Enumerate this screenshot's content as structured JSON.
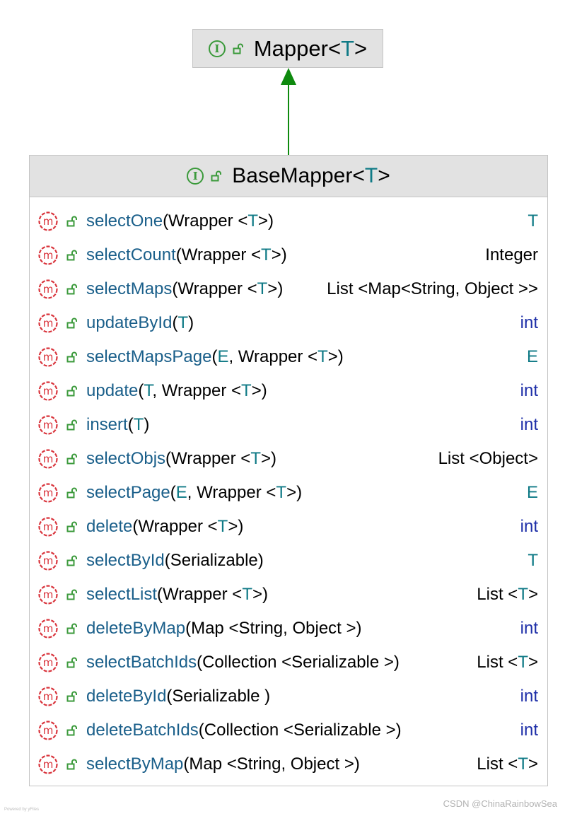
{
  "parent": {
    "name": "Mapper",
    "generic": "T"
  },
  "child": {
    "name": "BaseMapper",
    "generic": "T"
  },
  "methods": [
    {
      "name": "selectOne",
      "params": "(Wrapper <T>)",
      "return": "T",
      "return_kind": "tv"
    },
    {
      "name": "selectCount",
      "params": "(Wrapper <T>)",
      "return": "Integer",
      "return_kind": "type"
    },
    {
      "name": "selectMaps",
      "params": "(Wrapper <T>)",
      "return": "List <Map<String, Object >>",
      "return_kind": "type"
    },
    {
      "name": "updateById",
      "params": "(T)",
      "return": "int",
      "return_kind": "int"
    },
    {
      "name": "selectMapsPage",
      "params": "(E, Wrapper <T>)",
      "return": "E",
      "return_kind": "tv"
    },
    {
      "name": "update",
      "params": "(T, Wrapper <T>)",
      "return": "int",
      "return_kind": "int"
    },
    {
      "name": "insert",
      "params": "(T)",
      "return": "int",
      "return_kind": "int"
    },
    {
      "name": "selectObjs",
      "params": "(Wrapper <T>)",
      "return": "List <Object>",
      "return_kind": "type"
    },
    {
      "name": "selectPage",
      "params": "(E, Wrapper <T>)",
      "return": "E",
      "return_kind": "tv"
    },
    {
      "name": "delete",
      "params": "(Wrapper <T>)",
      "return": "int",
      "return_kind": "int"
    },
    {
      "name": "selectById",
      "params": "(Serializable)",
      "return": "T",
      "return_kind": "tv"
    },
    {
      "name": "selectList",
      "params": "(Wrapper <T>)",
      "return": "List <T>",
      "return_kind": "type"
    },
    {
      "name": "deleteByMap",
      "params": "(Map <String, Object >)",
      "return": "int",
      "return_kind": "int"
    },
    {
      "name": "selectBatchIds",
      "params": "(Collection <Serializable >)",
      "return": "List <T>",
      "return_kind": "type"
    },
    {
      "name": "deleteById",
      "params": "(Serializable )",
      "return": "int",
      "return_kind": "int"
    },
    {
      "name": "deleteBatchIds",
      "params": "(Collection <Serializable >)",
      "return": "int",
      "return_kind": "int"
    },
    {
      "name": "selectByMap",
      "params": "(Map <String, Object >)",
      "return": "List <T>",
      "return_kind": "type"
    }
  ],
  "icons": {
    "interface": "interface-icon",
    "visibility": "public-lock-icon",
    "method": "method-icon"
  },
  "colors": {
    "method_name": "#1a5f8a",
    "int_type": "#1e2fa8",
    "type_var": "#0f7a86",
    "icon_green": "#3b9a3b",
    "icon_red": "#d9343c",
    "arrow": "#0e8a0e"
  },
  "watermark": "CSDN @ChinaRainbowSea",
  "powered": "Powered by yFiles"
}
